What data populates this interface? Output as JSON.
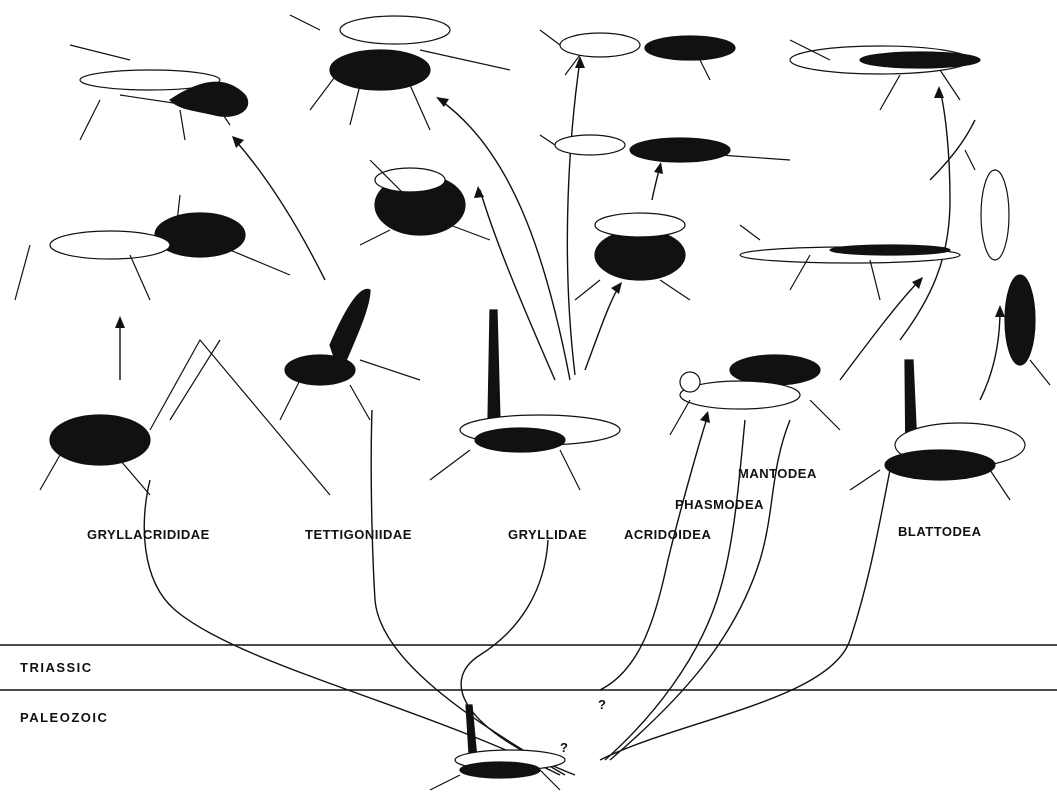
{
  "periods": {
    "triassic": "TRIASSIC",
    "paleozoic": "PALEOZOIC"
  },
  "taxa": {
    "gryllacrididae": "GRYLLACRIDIDAE",
    "tettigoniidae": "TETTIGONIIDAE",
    "gryllidae": "GRYLLIDAE",
    "acridoidea": "ACRIDOIDEA",
    "phasmodea": "PHASMODEA",
    "mantodea": "MANTODEA",
    "blattodea": "BLATTODEA"
  },
  "uncertain_marks": {
    "branch": "?",
    "ancestor": "?"
  },
  "colors": {
    "ink": "#111111",
    "paper": "#ffffff"
  }
}
